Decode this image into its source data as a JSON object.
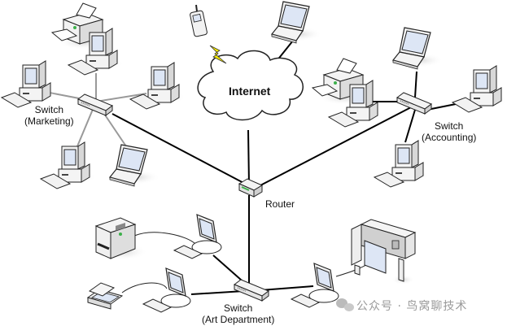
{
  "diagram": {
    "cloud_label": "Internet",
    "router_label": "Router",
    "switches": [
      {
        "id": "marketing",
        "label_line1": "Switch",
        "label_line2": "(Marketing)"
      },
      {
        "id": "accounting",
        "label_line1": "Switch",
        "label_line2": "(Accounting)"
      },
      {
        "id": "art",
        "label_line1": "Switch",
        "label_line2": "(Art Department)"
      }
    ],
    "watermark": "公众号 · 鸟窝聊技术",
    "colors": {
      "link_main": "#000000",
      "link_secondary": "#999999",
      "device_body": "#f2f2f2",
      "screen": "#dde6f5",
      "lightning": "#f5e800",
      "led": "#3cb04a"
    }
  }
}
